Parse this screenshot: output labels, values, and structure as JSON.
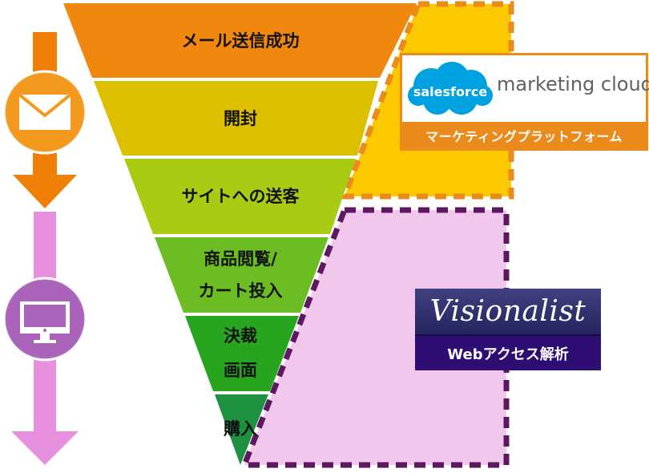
{
  "funnel": {
    "stage_1": "メール送信成功",
    "stage_2": "開封",
    "stage_3": "サイトへの送客",
    "stage_4_line1": "商品閲覧/",
    "stage_4_line2": "カート投入",
    "stage_5_line1": "決裁",
    "stage_5_line2": "画面",
    "stage_6": "購入"
  },
  "salesforce": {
    "logo_text": "salesforce",
    "product": "marketing cloud",
    "caption": "マーケティングプラットフォーム"
  },
  "visionalist": {
    "logo_text": "Visionalist",
    "caption": "Webアクセス解析"
  },
  "icons": {
    "email": "envelope-icon",
    "web": "monitor-icon"
  },
  "colors": {
    "stage_1": "#f0870e",
    "stage_2": "#dcc000",
    "stage_3": "#aacb14",
    "stage_4": "#6bbd23",
    "stage_5": "#28a51f",
    "stage_6": "#1e9140",
    "email_region": "#fcc800",
    "email_border": "#ea8b1c",
    "web_region": "#f2c7ee",
    "web_border": "#5e1860",
    "email_arrow": "#f07f08",
    "web_arrow": "#e68fdd"
  }
}
